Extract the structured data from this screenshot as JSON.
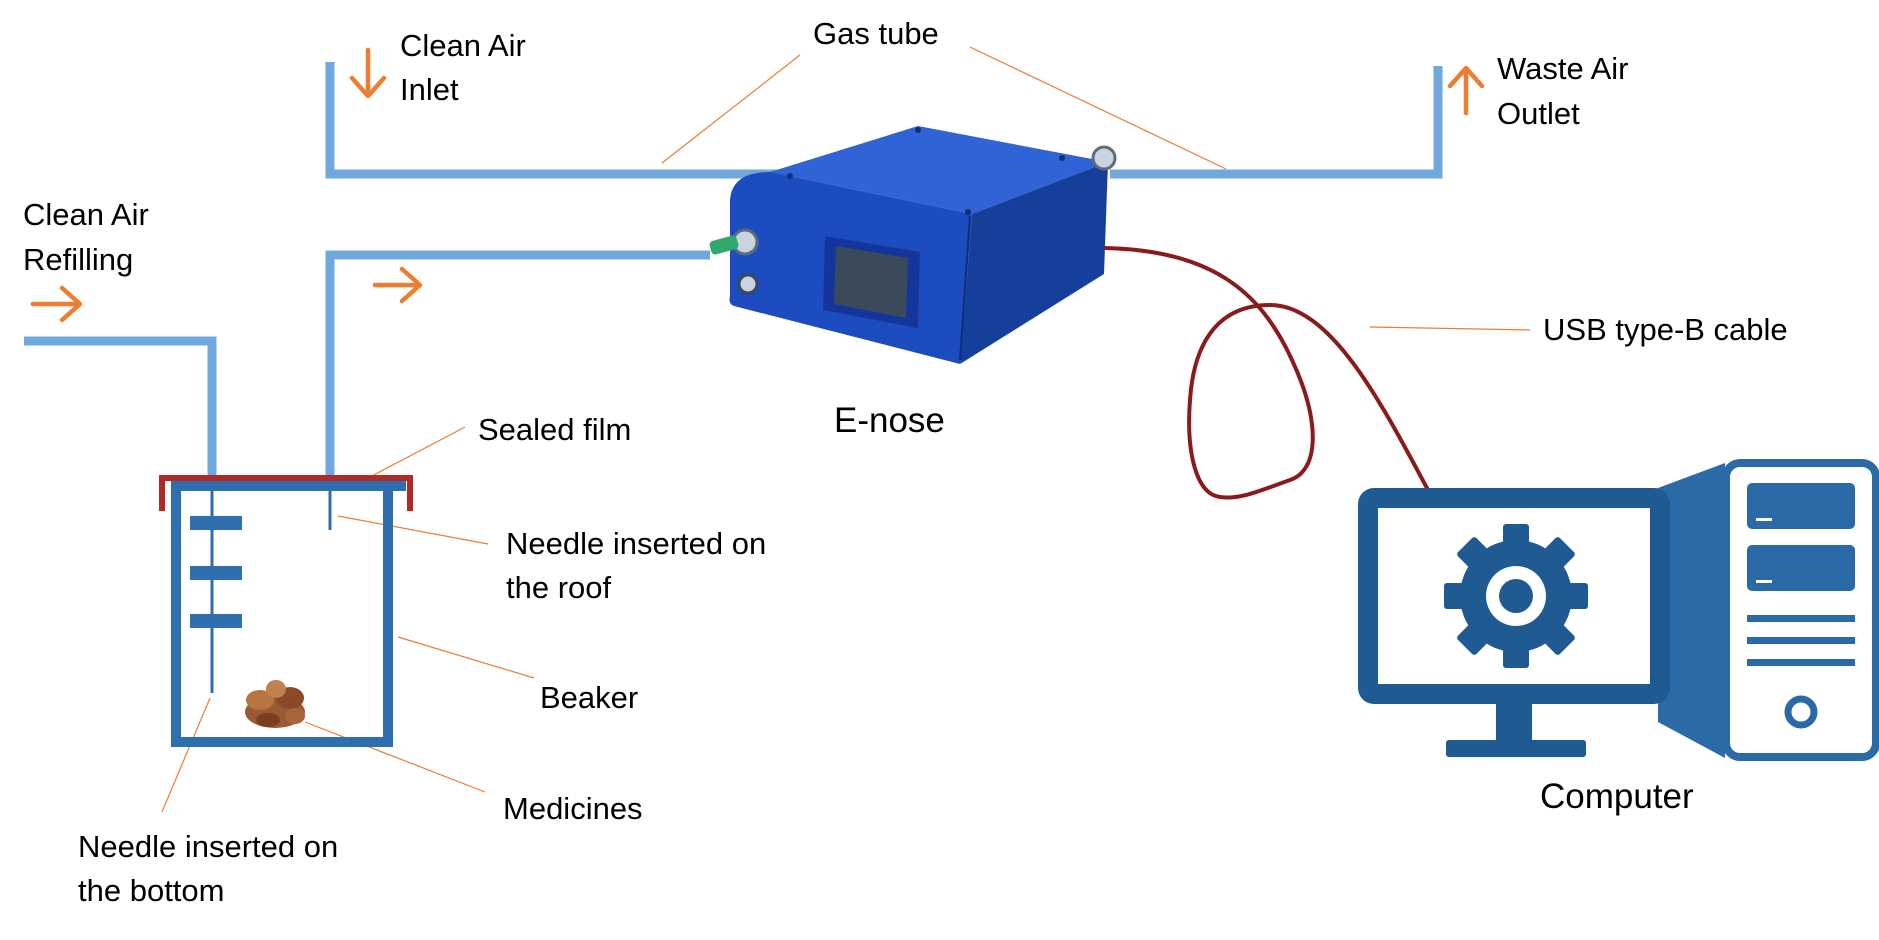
{
  "labels": {
    "clean_air_inlet_1": "Clean Air",
    "clean_air_inlet_2": "Inlet",
    "gas_tube": "Gas tube",
    "waste_air_outlet_1": "Waste Air",
    "waste_air_outlet_2": "Outlet",
    "clean_air_refilling_1": "Clean Air",
    "clean_air_refilling_2": "Refilling",
    "usb_cable": "USB type-B cable",
    "e_nose": "E-nose",
    "sealed_film": "Sealed film",
    "needle_roof_1": "Needle inserted on",
    "needle_roof_2": "the roof",
    "beaker": "Beaker",
    "medicines": "Medicines",
    "needle_bottom_1": "Needle inserted on",
    "needle_bottom_2": "the bottom",
    "computer": "Computer"
  },
  "colors": {
    "tube": "#6fa8dc",
    "arrow": "#ed7d31",
    "leader": "#ed7d31",
    "beaker": "#2e6faf",
    "film": "#b02a2a",
    "cable": "#8b1a1a",
    "device": "#1f4fbf",
    "computer": "#1f5a93"
  },
  "icons": {
    "arrow_inlet": "arrow-down-icon",
    "arrow_outlet": "arrow-up-icon",
    "arrow_refill": "arrow-right-icon",
    "arrow_flow": "arrow-right-icon",
    "gear": "gear-icon"
  }
}
